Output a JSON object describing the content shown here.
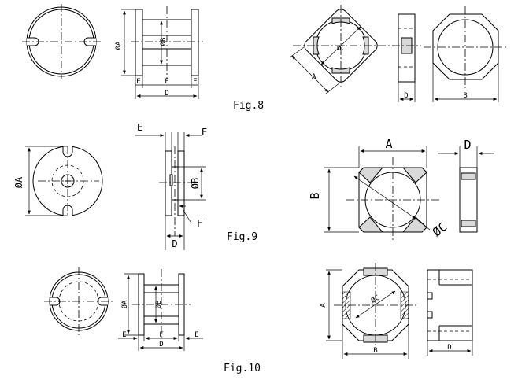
{
  "figures": {
    "fig8": {
      "caption": "Fig.8"
    },
    "fig9": {
      "caption": "Fig.9"
    },
    "fig10": {
      "caption": "Fig.10"
    }
  },
  "labels": {
    "fig8_side": {
      "phiA": "ØA",
      "phiB": "ØB",
      "e_left": "E",
      "f": "F",
      "e_right": "E",
      "d": "D"
    },
    "sq_top": {
      "phiC": "ØC",
      "a": "A",
      "d": "D",
      "b": "B"
    },
    "fig9": {
      "e_left": "E",
      "e_right": "E",
      "phiA": "ØA",
      "phiB": "ØB",
      "f": "F",
      "d": "D"
    },
    "sq_mid": {
      "a": "A",
      "d": "D",
      "b": "B",
      "phiC": "ØC"
    },
    "fig10": {
      "phiA": "ØA",
      "phiB": "ØB",
      "e_left": "E",
      "f": "F",
      "e_right": "E",
      "d": "D"
    },
    "sq_bot": {
      "phiC": "ØC",
      "a": "A",
      "b": "B",
      "d": "D"
    }
  }
}
